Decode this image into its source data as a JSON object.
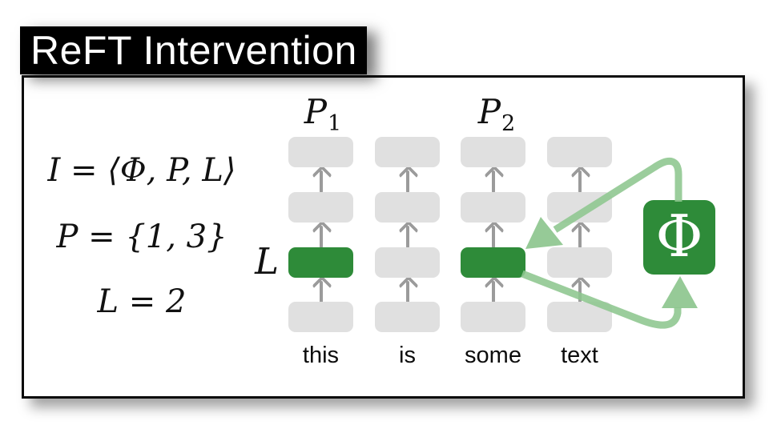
{
  "title": "ReFT Intervention",
  "formulas": {
    "definition": "I = ⟨Φ, P, L⟩",
    "positions": "P = {1, 3}",
    "layer": "L = 2"
  },
  "labels": {
    "p1": {
      "base": "P",
      "sub": "1"
    },
    "p2": {
      "base": "P",
      "sub": "2"
    },
    "layer_axis": "L",
    "phi": "Φ"
  },
  "tokens": [
    "this",
    "is",
    "some",
    "text"
  ],
  "grid": {
    "num_layers": 4,
    "intervened_positions": [
      1,
      3
    ],
    "intervened_layer": 2
  },
  "colors": {
    "intervention_green": "#2e8b39",
    "arrow_light_green": "#8dc68e",
    "hidden_state_gray": "#e0e0e0",
    "arrow_gray": "#9b9b9b",
    "title_bg": "#000000",
    "title_fg": "#ffffff"
  }
}
